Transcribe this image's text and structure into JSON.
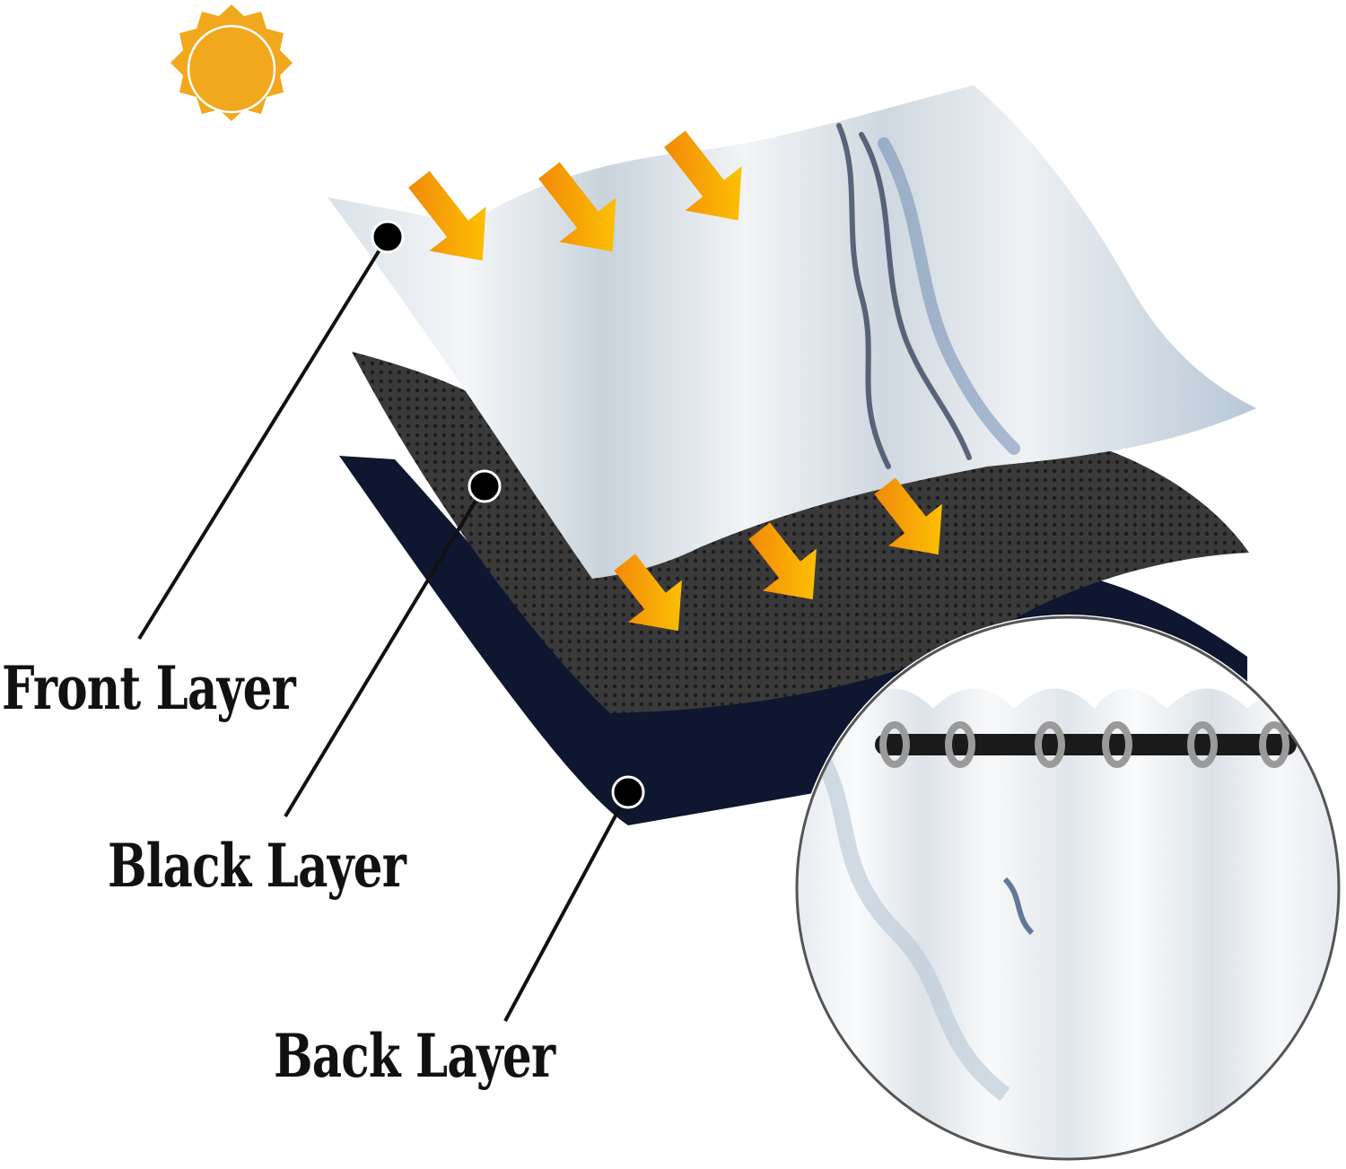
{
  "labels": {
    "front": "Front Layer",
    "black": "Black Layer",
    "back": "Back Layer"
  },
  "colors": {
    "sun": "#F2A81D",
    "arrow_orange": "#F08A0A",
    "arrow_yellow": "#FFD400",
    "front_fabric": "#E8EDF2",
    "marble_vein": "#5F7FA6",
    "black_layer": "#2B2B2B",
    "back_layer": "#0E1630",
    "grommet_bar": "#1A1A1A"
  },
  "icons": [
    "sun-icon",
    "arrow-icon",
    "pointer-dot-icon",
    "grommet-icon"
  ]
}
